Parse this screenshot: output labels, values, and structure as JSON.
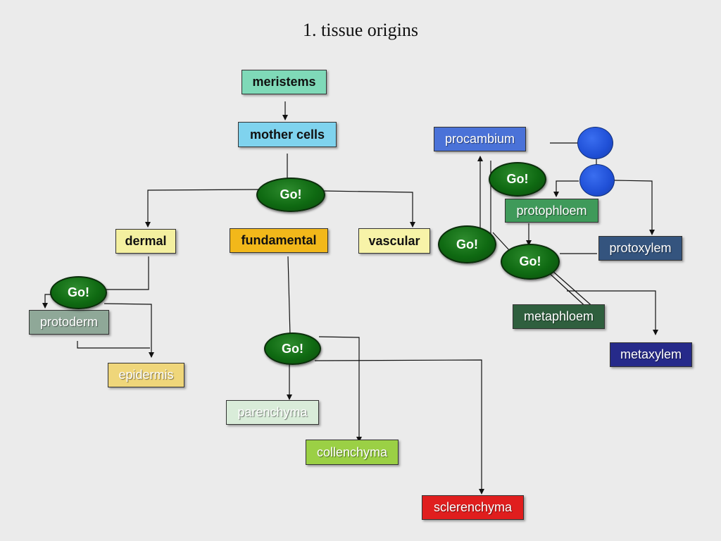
{
  "title": "1. tissue origins",
  "go_label": "Go!",
  "boxes": {
    "meristems": "meristems",
    "mother_cells": "mother cells",
    "dermal": "dermal",
    "fundamental": "fundamental",
    "vascular": "vascular",
    "protoderm": "protoderm",
    "epidermis": "epidermis",
    "parenchyma": "parenchyma",
    "collenchyma": "collenchyma",
    "sclerenchyma": "sclerenchyma",
    "procambium": "procambium",
    "protophloem": "protophloem",
    "protoxylem": "protoxylem",
    "metaphloem": "metaphloem",
    "metaxylem": "metaxylem"
  },
  "colors": {
    "meristems": "#7fd9b8",
    "mother_cells": "#7fd3ee",
    "dermal": "#f4f0a0",
    "fundamental": "#f2b81a",
    "vascular": "#f7f3a8",
    "protoderm": "#8fa898",
    "epidermis": "#efd67a",
    "parenchyma": "#d9ecd9",
    "collenchyma": "#9bd045",
    "sclerenchyma": "#e01e1e",
    "procambium": "#4a72d8",
    "protophloem": "#3f9a5a",
    "protoxylem": "#34547e",
    "metaphloem": "#2f5f3e",
    "metaxylem": "#262a8a",
    "go_button": "#0f6a12",
    "circle": "#1f4fd6"
  }
}
